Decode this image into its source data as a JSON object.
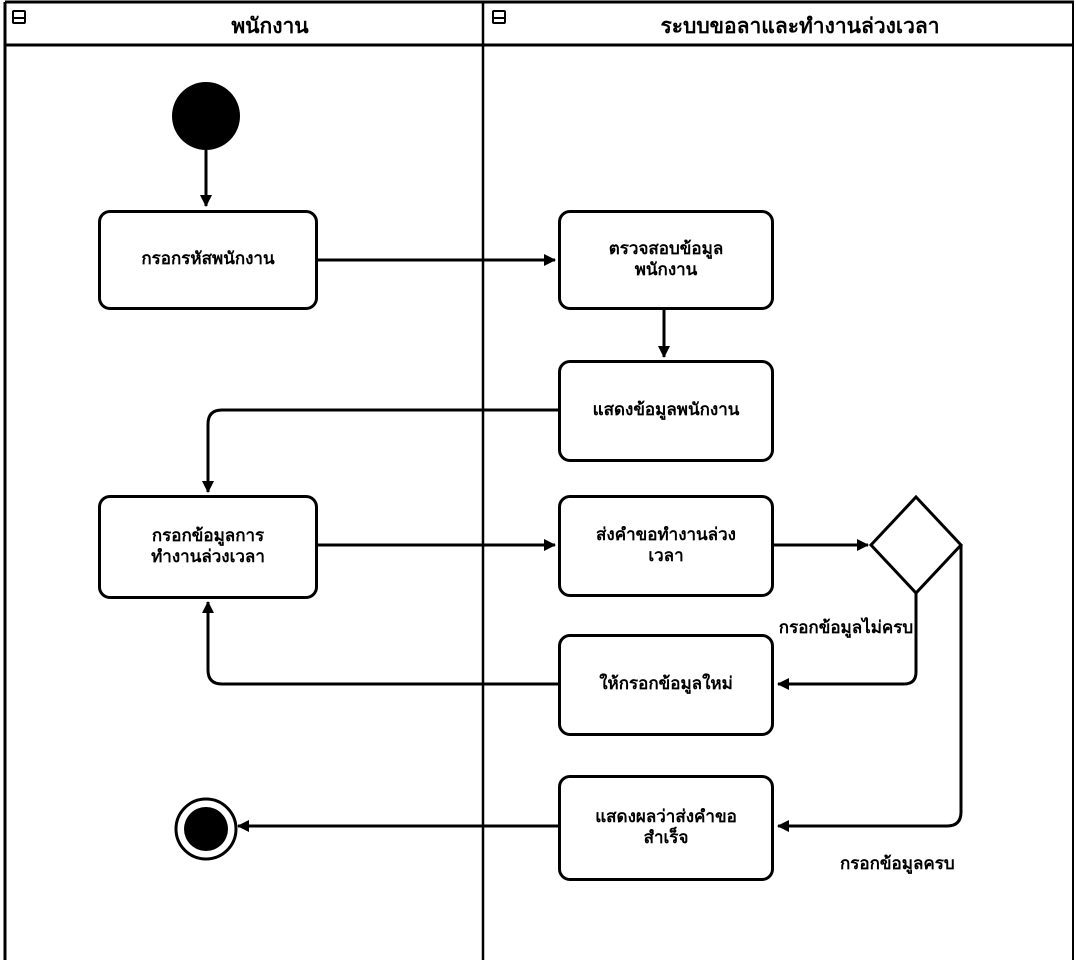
{
  "lanes": [
    {
      "title": "พนักงาน",
      "icon": "swimlane-icon"
    },
    {
      "title": "ระบบขอลาและทำงานล่วงเวลา",
      "icon": "swimlane-icon"
    }
  ],
  "nodes": {
    "enter_id": "กรอกรหัสพนักงาน",
    "check_info": "ตรวจสอบข้อมูลพนักงาน",
    "show_info": "แสดงข้อมูลพนักงาน",
    "enter_ot": "กรอกข้อมูลการทำงานล่วงเวลา",
    "send_request": "ส่งคำขอทำงานล่วงเวลา",
    "reenter": "ให้กรอกข้อมูลใหม่",
    "show_result": "แสดงผลว่าส่งคำขอสำเร็จ"
  },
  "guards": {
    "incomplete": "กรอกข้อมูลไม่ครบ",
    "complete": "กรอกข้อมูลครบ"
  },
  "colors": {
    "line": "#000000",
    "background": "#ffffff"
  }
}
